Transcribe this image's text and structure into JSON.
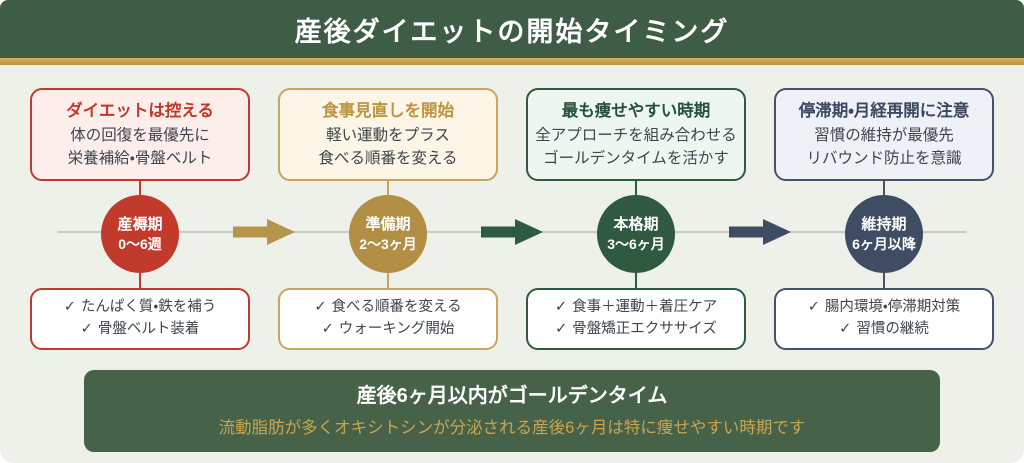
{
  "header": {
    "title": "産後ダイエットの開始タイミング",
    "bg_color": "#3e5c46",
    "accent_stripe_color": "#c8a55c"
  },
  "check_glyph": "✓",
  "timeline": {
    "line_color": "#c9cac5",
    "arrow_colors": [
      "#b5954a",
      "#2f5941",
      "#3e4d63"
    ]
  },
  "phases": [
    {
      "name": "産褥期",
      "period": "0〜6週",
      "theme_color": "#c13a2c",
      "box_bg": "#fdeeec",
      "top_box": {
        "title": "ダイエットは控える",
        "lines": [
          "体の回復を最優先に",
          "栄養補給・骨盤ベルト"
        ]
      },
      "bottom_box": {
        "items": [
          "たんぱく質・鉄を補う",
          "骨盤ベルト装着"
        ]
      }
    },
    {
      "name": "準備期",
      "period": "2〜3ヶ月",
      "theme_color": "#b28f45",
      "box_bg": "#fdf5e6",
      "top_box": {
        "title": "食事見直しを開始",
        "lines": [
          "軽い運動をプラス",
          "食べる順番を変える"
        ]
      },
      "bottom_box": {
        "items": [
          "食べる順番を変える",
          "ウォーキング開始"
        ]
      }
    },
    {
      "name": "本格期",
      "period": "3〜6ヶ月",
      "theme_color": "#2f5941",
      "box_bg": "#eef7ef",
      "top_box": {
        "title": "最も痩せやすい時期",
        "lines": [
          "全アプローチを組み合わせる",
          "ゴールデンタイムを活かす"
        ]
      },
      "bottom_box": {
        "items": [
          "食事＋運動＋着圧ケア",
          "骨盤矯正エクササイズ"
        ]
      }
    },
    {
      "name": "維持期",
      "period": "6ヶ月以降",
      "theme_color": "#3e4d63",
      "box_bg": "#eef1f6",
      "top_box": {
        "title": "停滞期・月経再開に注意",
        "lines": [
          "習慣の維持が最優先",
          "リバウンド防止を意識"
        ]
      },
      "bottom_box": {
        "items": [
          "腸内環境・停滞期対策",
          "習慣の継続"
        ]
      }
    }
  ],
  "banner": {
    "title": "産後6ヶ月以内がゴールデンタイム",
    "subtitle": "流動脂肪が多くオキシトシンが分泌される産後6ヶ月は特に痩せやすい時期です",
    "bg_color": "#46634a",
    "subtitle_color": "#c9a452"
  }
}
